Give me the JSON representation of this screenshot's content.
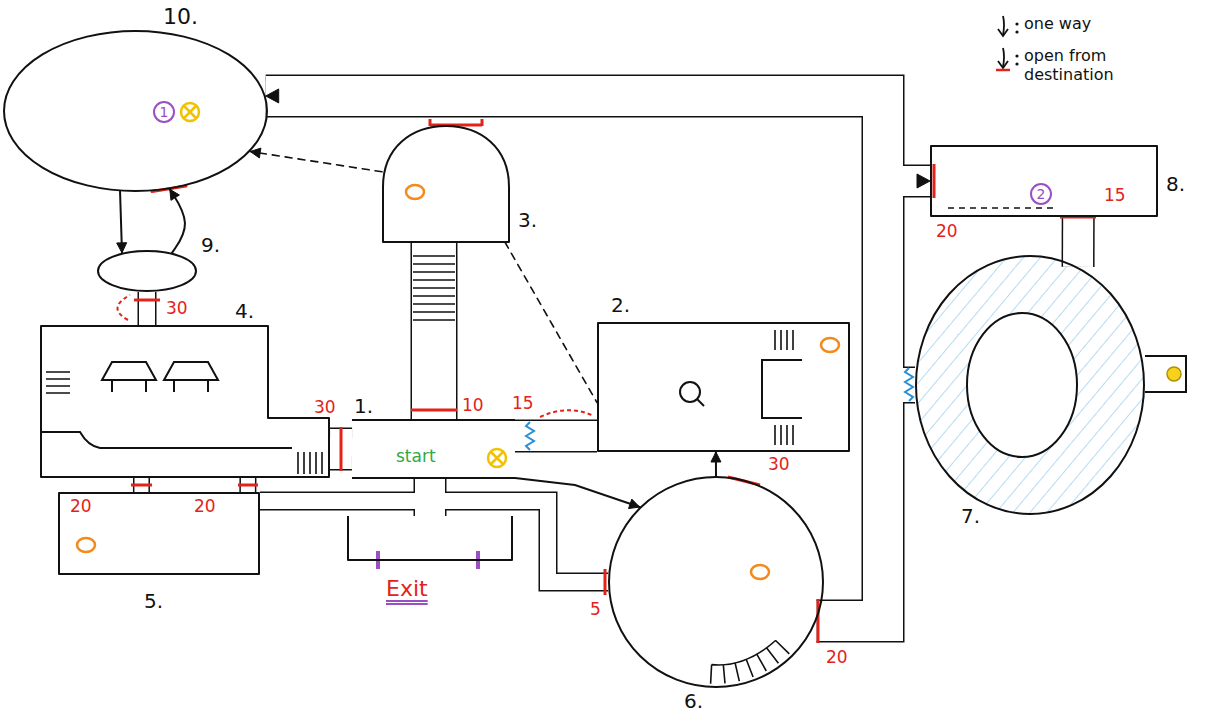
{
  "diagram": {
    "nodes": [
      {
        "text": [
          "10."
        ]
      },
      {
        "text": [
          "3."
        ]
      },
      {
        "text": [
          "8."
        ]
      },
      {
        "text": [
          "9."
        ]
      },
      {
        "text": [
          "2."
        ]
      },
      {
        "text": [
          "4."
        ]
      },
      {
        "text": [
          "1.",
          "start"
        ]
      },
      {
        "text": [
          "7."
        ]
      },
      {
        "text": [
          "5."
        ]
      },
      {
        "text": [
          "Exit"
        ]
      },
      {
        "text": [
          "6."
        ]
      }
    ],
    "edges": [
      {
        "from": 0,
        "to": 3,
        "arrow": "to"
      },
      {
        "from": 3,
        "to": 0,
        "arrow": "to"
      },
      {
        "from": 1,
        "to": 0,
        "arrow": "to"
      },
      {
        "from": 1,
        "to": 4,
        "arrow": "none"
      },
      {
        "from": 5,
        "to": 3,
        "arrow": "none"
      },
      {
        "from": 6,
        "to": 1,
        "arrow": "none"
      },
      {
        "from": 5,
        "to": 6,
        "arrow": "none"
      },
      {
        "from": 6,
        "to": 4,
        "arrow": "none"
      },
      {
        "from": 5,
        "to": 8,
        "arrow": "none"
      },
      {
        "from": 5,
        "to": 8,
        "arrow": "none"
      },
      {
        "from": 6,
        "to": 10,
        "arrow": "to"
      },
      {
        "from": 8,
        "to": 10,
        "arrow": "none"
      },
      {
        "from": 10,
        "to": 4,
        "arrow": "to"
      },
      {
        "from": 10,
        "to": 0,
        "arrow": "none"
      },
      {
        "from": 0,
        "to": 7,
        "arrow": "none"
      },
      {
        "from": 0,
        "to": 2,
        "arrow": "both"
      },
      {
        "from": 2,
        "to": 7,
        "arrow": "none"
      },
      {
        "from": 6,
        "to": 9,
        "arrow": "none"
      }
    ],
    "labels": [
      "30",
      "30",
      "10",
      "15",
      "20",
      "20",
      "5",
      "30",
      "20",
      "20",
      "15",
      "1",
      "2"
    ],
    "legend": [
      {
        "text": "one way"
      },
      {
        "text": "open from destination"
      }
    ]
  }
}
